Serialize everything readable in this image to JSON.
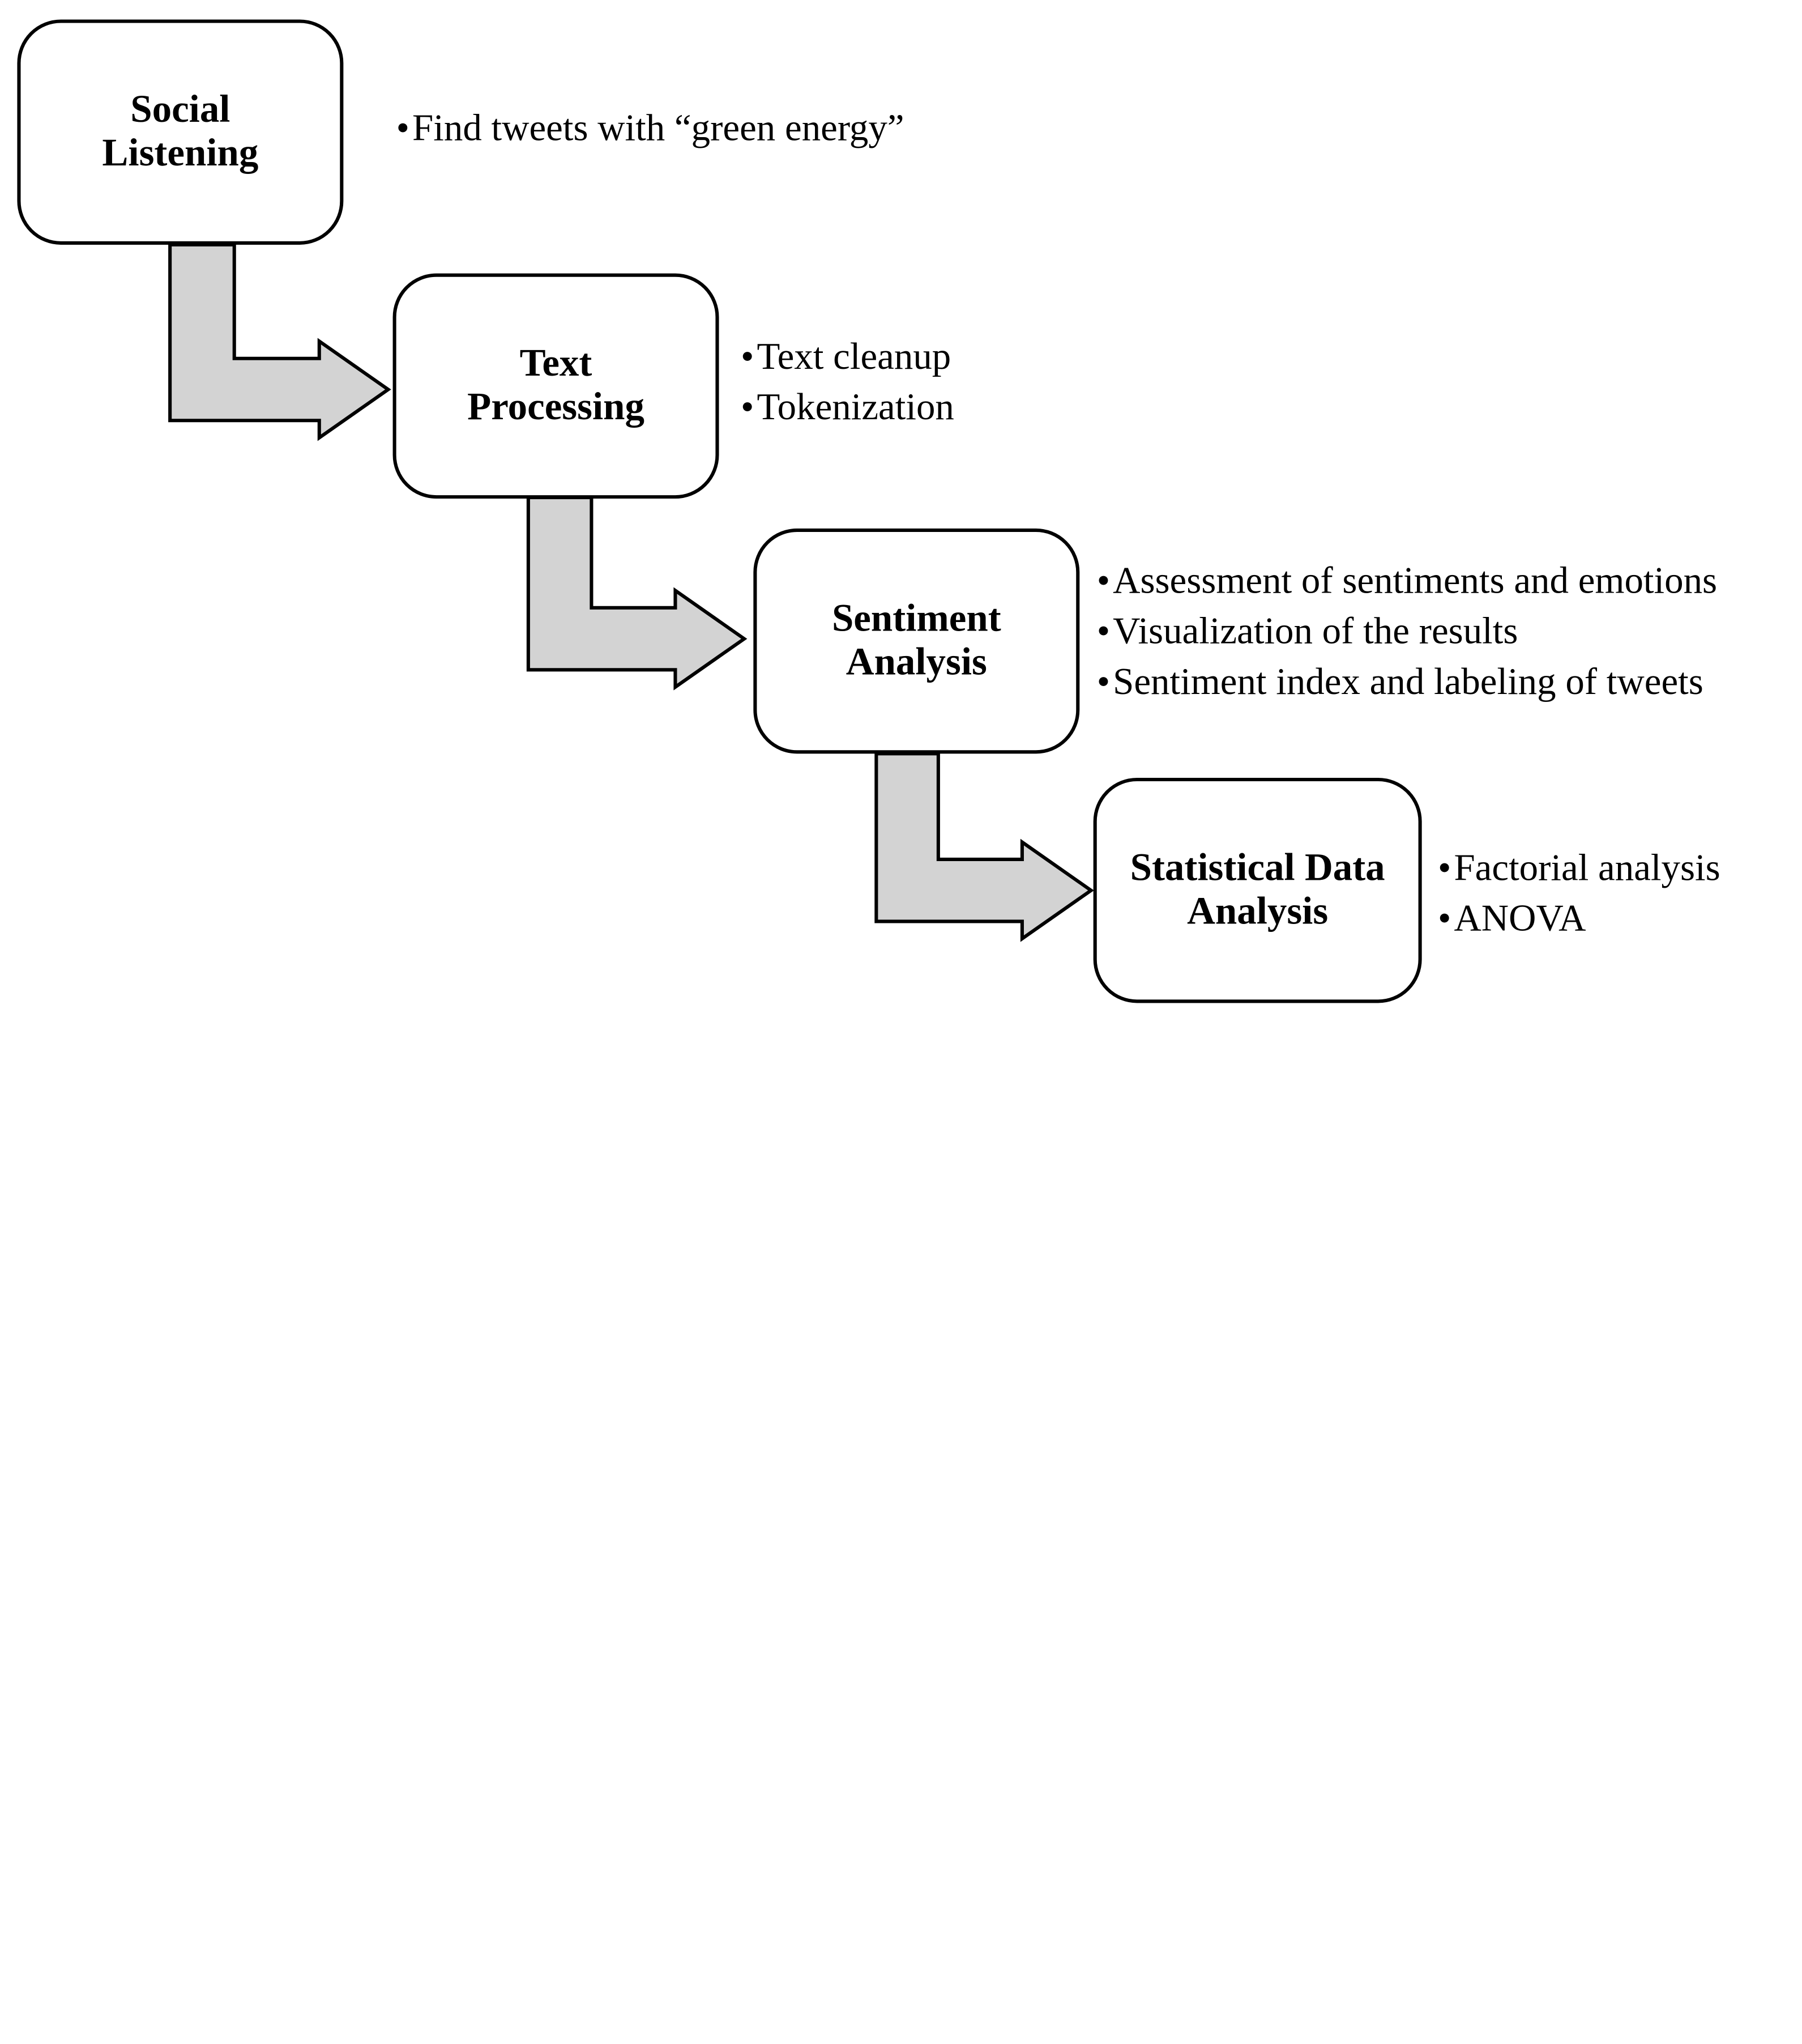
{
  "stages": [
    {
      "title": "Social\nListening",
      "bullets": [
        "Find tweets with “green energy”"
      ]
    },
    {
      "title": "Text\nProcessing",
      "bullets": [
        "Text cleanup",
        "Tokenization"
      ]
    },
    {
      "title": "Sentiment\nAnalysis",
      "bullets": [
        "Assessment of sentiments and emotions",
        "Visualization of the results",
        "Sentiment index and labeling of tweets"
      ]
    },
    {
      "title": "Statistical Data\nAnalysis",
      "bullets": [
        "Factorial analysis",
        "ANOVA"
      ]
    }
  ],
  "colors": {
    "arrow_fill": "#d3d3d3",
    "outline": "#000000"
  },
  "icons": {
    "connector": "bent-arrow-icon"
  }
}
